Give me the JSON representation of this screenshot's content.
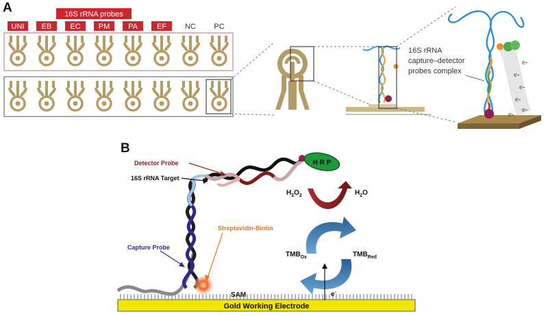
{
  "panel_a": {
    "letter": "A",
    "header": "16S rRNA probes",
    "probe_labels": [
      "UNI",
      "EB",
      "EC",
      "PM",
      "PA",
      "EF"
    ],
    "control_labels": [
      "NC",
      "PC"
    ],
    "complex_label_line1": "16S rRNA",
    "complex_label_line2": "capture–detector",
    "complex_label_line3": "probes complex",
    "electron": "e-"
  },
  "panel_b": {
    "letter": "B",
    "detector_probe": "Detector Probe",
    "target": "16S rRNA Target",
    "streptavidin": "Streptavidin-Biotin",
    "capture_probe": "Capture Probe",
    "enzyme": "H R P",
    "h2o2_main": "H",
    "h2o2_sub1": "2",
    "h2o2_mid": "O",
    "h2o2_sub2": "2",
    "h2o_main": "H",
    "h2o_sub": "2",
    "h2o_end": "O",
    "tmb_ox": "TMB",
    "tmb_ox_sub": "Ox",
    "tmb_red": "TMB",
    "tmb_red_sub": "Red",
    "sam": "SAM",
    "electrode": "Gold Working Electrode",
    "electron": "e",
    "electron_sup": "-"
  },
  "colors": {
    "tag_red": "#c8282d",
    "electrode_tan": "#b39b66",
    "gold": "#f2e600",
    "detector_color": "#7a1e1e",
    "capture_color": "#2b2a8c",
    "strep_color": "#e8751a",
    "hrp_green": "#1f9a3a",
    "tmb_blue": "#3b80b8",
    "h2o2_red": "#8c1f1f"
  }
}
